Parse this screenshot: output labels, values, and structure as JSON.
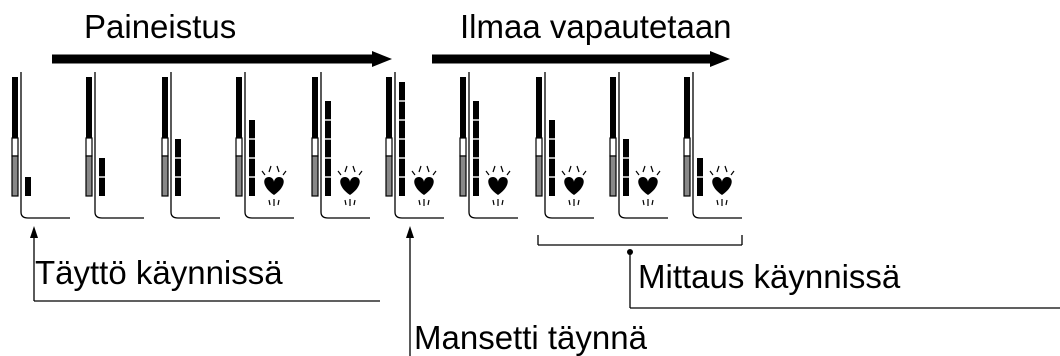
{
  "labels": {
    "pressurize": "Paineistus",
    "air_release": "Ilmaa vapautetaan",
    "filling": "Täyttö käynnissä",
    "cuff_full": "Mansetti täynnä",
    "measuring": "Mittaus käynnissä"
  },
  "indicators": [
    {
      "pressure_level": 1,
      "heart": false
    },
    {
      "pressure_level": 2,
      "heart": false
    },
    {
      "pressure_level": 3,
      "heart": false
    },
    {
      "pressure_level": 4,
      "heart": true
    },
    {
      "pressure_level": 5,
      "heart": true
    },
    {
      "pressure_level": 6,
      "heart": true
    },
    {
      "pressure_level": 5,
      "heart": true
    },
    {
      "pressure_level": 4,
      "heart": true
    },
    {
      "pressure_level": 3,
      "heart": true
    },
    {
      "pressure_level": 2,
      "heart": true
    }
  ],
  "colors": {
    "ink": "#000000",
    "gray": "#888888",
    "background": "#ffffff"
  }
}
